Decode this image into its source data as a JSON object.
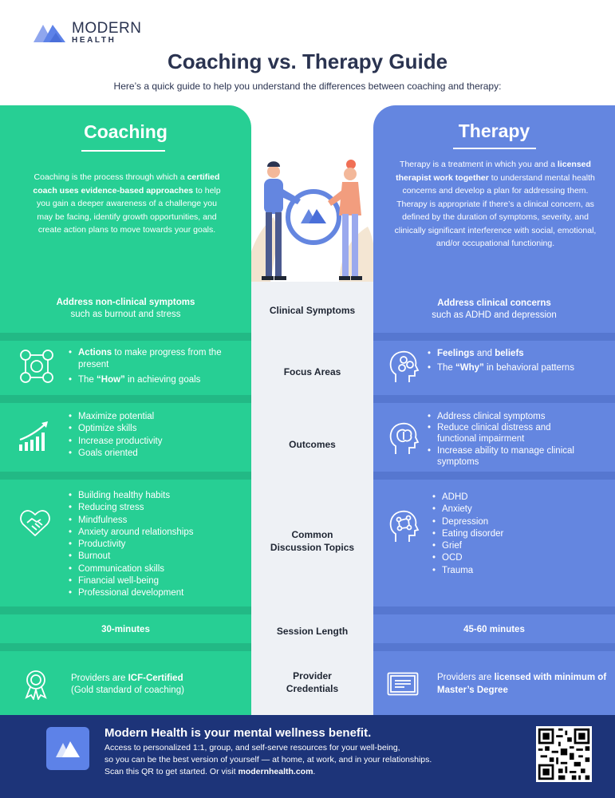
{
  "brand": {
    "name_line1": "MODERN",
    "name_line2": "HEALTH"
  },
  "title": "Coaching vs. Therapy Guide",
  "subtitle": "Here’s a quick guide to help you understand the differences between coaching and therapy:",
  "colors": {
    "coaching": "#27cf94",
    "therapy": "#6486e0",
    "middle": "#eef1f5",
    "footer": "#1d3479"
  },
  "coaching": {
    "heading": "Coaching",
    "description": {
      "p1": "Coaching is the process through which a ",
      "b1": "certified coach uses evidence-based approaches",
      "p2": " to help you gain a deeper awareness of a challenge you may be facing, identify growth opportunities, and create action plans to move towards your goals."
    }
  },
  "therapy": {
    "heading": "Therapy",
    "description": {
      "p1": "Therapy is a treatment in which you and a ",
      "b1": "licensed therapist work together",
      "p2": " to understand mental health concerns and develop a plan for addressing them. Therapy is appropriate if there’s a clinical concern, as defined by the duration of symptoms, severity, and clinically significant interference with social, emotional, and/or occupational functioning."
    }
  },
  "rows": {
    "clinical": {
      "label": "Clinical Symptoms",
      "coaching_bold": "Address non-clinical symptoms",
      "coaching_rest": "such as burnout and stress",
      "therapy_bold": "Address clinical concerns",
      "therapy_rest": "such as ADHD and depression"
    },
    "focus": {
      "label": "Focus Areas",
      "coaching": {
        "i1_bold": "Actions",
        "i1_rest": " to make progress from the present",
        "i2_pre": "The ",
        "i2_bold": "“How”",
        "i2_rest": " in achieving goals"
      },
      "therapy": {
        "i1_bold1": "Feelings",
        "i1_mid": " and ",
        "i1_bold2": "beliefs",
        "i2_pre": "The ",
        "i2_bold": "“Why”",
        "i2_rest": " in behavioral patterns"
      }
    },
    "outcomes": {
      "label": "Outcomes",
      "coaching": [
        "Maximize potential",
        "Optimize skills",
        "Increase productivity",
        "Goals oriented"
      ],
      "therapy": [
        "Address clinical symptoms",
        "Reduce clinical distress and functional impairment",
        "Increase ability to manage clinical symptoms"
      ]
    },
    "topics": {
      "label_l1": "Common",
      "label_l2": "Discussion Topics",
      "coaching": [
        "Building healthy habits",
        "Reducing stress",
        "Mindfulness",
        "Anxiety around relationships",
        "Productivity",
        "Burnout",
        "Communication skills",
        "Financial well-being",
        "Professional development"
      ],
      "therapy": [
        "ADHD",
        "Anxiety",
        "Depression",
        "Eating disorder",
        "Grief",
        "OCD",
        "Trauma"
      ]
    },
    "session": {
      "label": "Session Length",
      "coaching": "30-minutes",
      "therapy": "45-60 minutes"
    },
    "credentials": {
      "label_l1": "Provider",
      "label_l2": "Credentials",
      "coaching_pre": "Providers are ",
      "coaching_bold": "ICF-Certified",
      "coaching_rest": "(Gold standard of coaching)",
      "therapy_pre": "Providers are ",
      "therapy_bold": "licensed with minimum of Master’s Degree"
    }
  },
  "footer": {
    "title": "Modern Health is your mental wellness benefit.",
    "line1": "Access to personalized 1:1, group, and self-serve resources for your well-being,",
    "line2": "so you can be the best version of yourself — at home, at work, and in your relationships.",
    "line3_pre": "Scan this QR to get started. Or visit ",
    "line3_link": "modernhealth.com",
    "line3_post": "."
  }
}
